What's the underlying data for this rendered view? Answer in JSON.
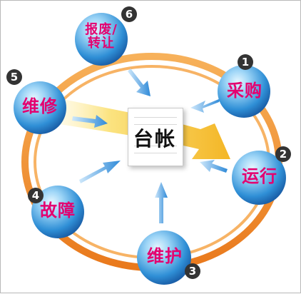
{
  "center_label": "台帐",
  "stages": [
    {
      "number": "1",
      "label": "采购"
    },
    {
      "number": "2",
      "label": "运行"
    },
    {
      "number": "3",
      "label": "维护"
    },
    {
      "number": "4",
      "label": "故障"
    },
    {
      "number": "5",
      "label": "维修"
    },
    {
      "number": "6",
      "label_line1": "报废/",
      "label_line2": "转让"
    }
  ],
  "colors": {
    "ring_orange": "#f2922c",
    "sphere_blue": "#2f8fd6",
    "sphere_light": "#cfeeff",
    "arrow_blue": "#2f8ad8",
    "stage_text": "#e4006f",
    "badge_dark": "#333333",
    "flow_yellow": "#f4b81c"
  }
}
